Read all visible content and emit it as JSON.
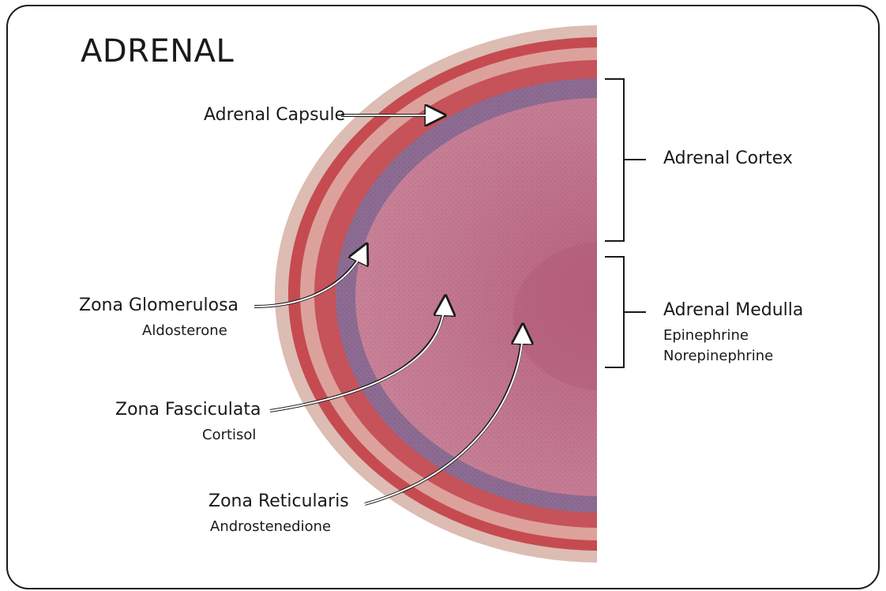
{
  "title": "ADRENAL",
  "labels": {
    "capsule": "Adrenal Capsule",
    "cortex": "Adrenal Cortex",
    "medulla": "Adrenal Medulla",
    "medulla_hormone_1": "Epinephrine",
    "medulla_hormone_2": "Norepinephrine",
    "glomerulosa": "Zona Glomerulosa",
    "glomerulosa_hormone": "Aldosterone",
    "fasciculata": "Zona Fasciculata",
    "fasciculata_hormone": "Cortisol",
    "reticularis": "Zona Reticularis",
    "reticularis_hormone": "Androstenedione"
  },
  "colors": {
    "capsule_outer": "#d9a7a0",
    "capsule_red": "#c8474c",
    "zona_glomerulosa": "#8f6f96",
    "zona_fasciculata": "#c1768e",
    "medulla": "#b35f7a",
    "line": "#1a1a1a"
  }
}
